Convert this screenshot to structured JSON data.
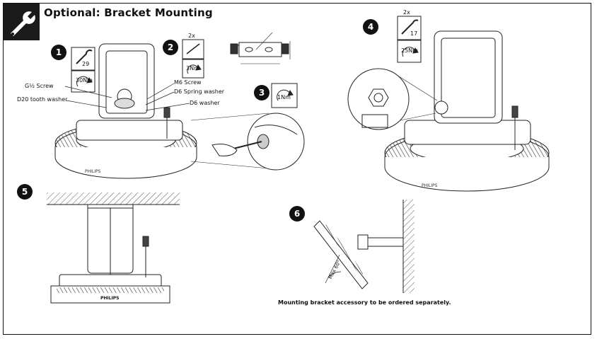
{
  "title": "Optional: Bracket Mounting",
  "steps": [
    {
      "number": "1",
      "size": "29",
      "torque": "30Nm"
    },
    {
      "number": "2",
      "qty": "2x",
      "torque": "3Nm"
    },
    {
      "number": "3",
      "torque": "1Nm"
    },
    {
      "number": "4",
      "qty": "2x",
      "size": "17",
      "torque": "25Nm"
    },
    {
      "number": "5"
    },
    {
      "number": "6"
    }
  ],
  "callouts": {
    "g_screw": "G½ Screw",
    "d20_washer": "D20 tooth washer",
    "m6_screw": "M6 Screw",
    "d6_spring": "D6 Spring washer",
    "d6_washer": "D6 washer"
  },
  "angle_label": "Max 60°",
  "brand": "PHILIPS",
  "note": "Mounting bracket accessory to be ordered separately.",
  "icons": [
    "wrench-icon",
    "hex-wrench-icon",
    "screwdriver-icon",
    "torque-arrow-icon"
  ]
}
